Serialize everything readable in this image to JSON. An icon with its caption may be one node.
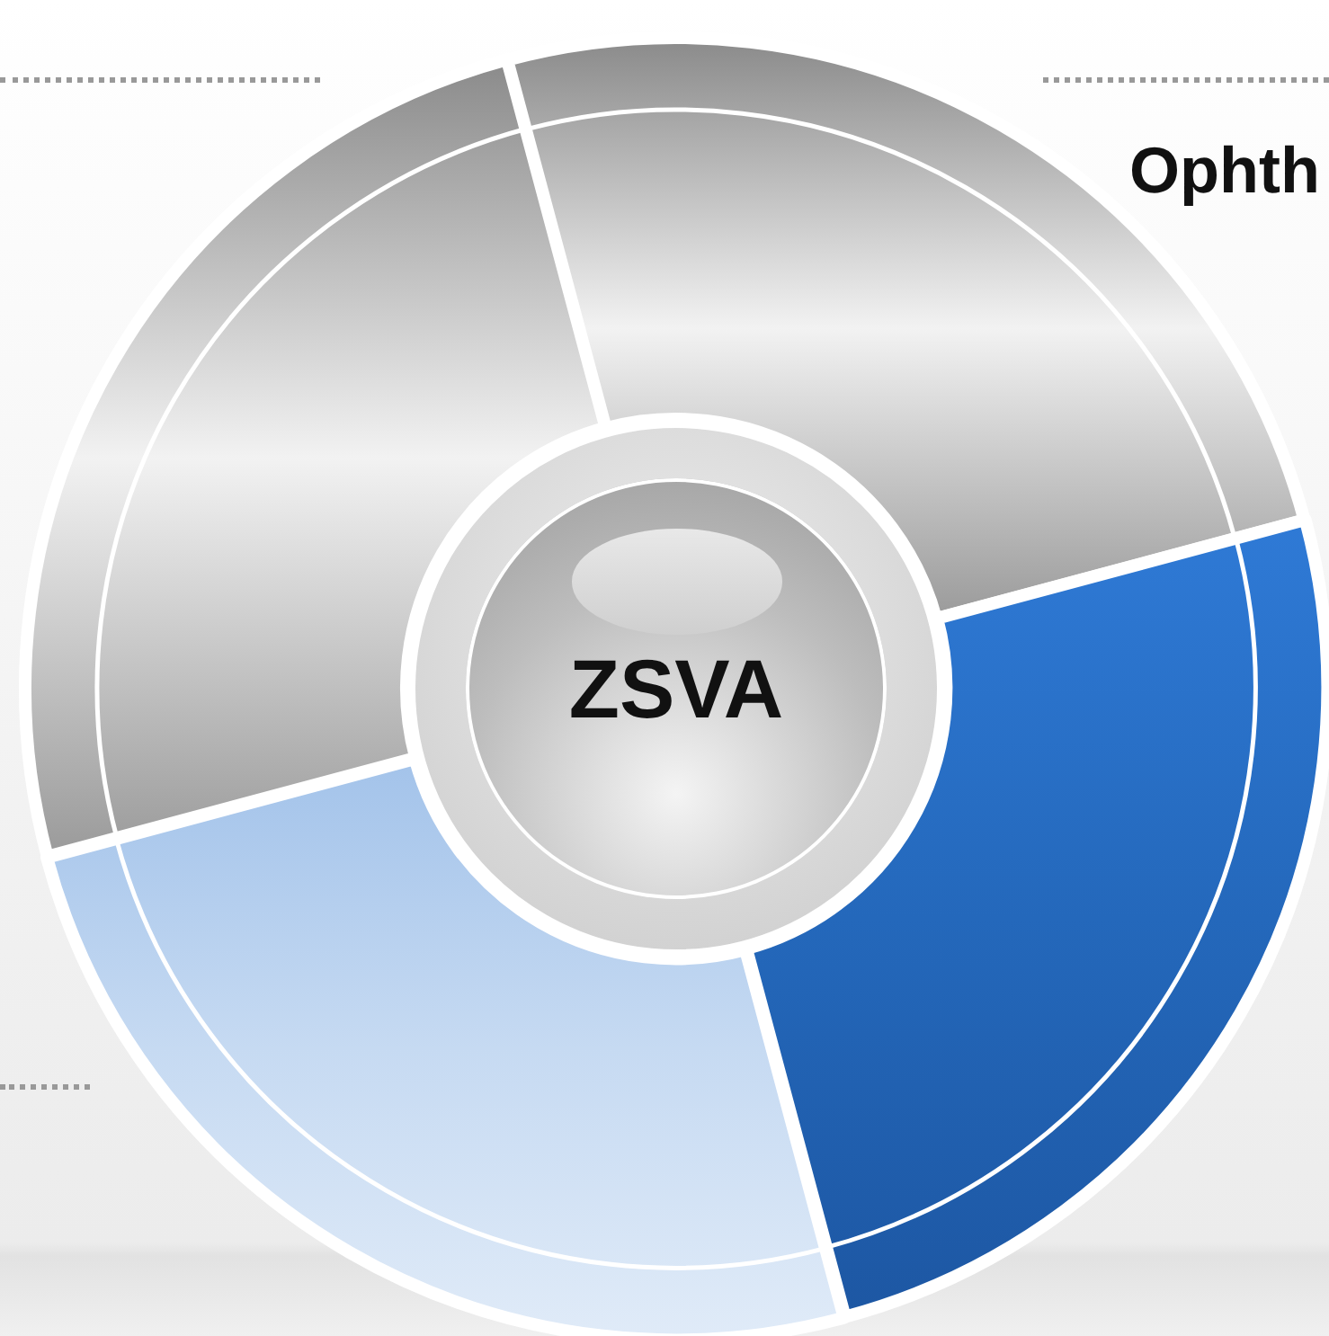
{
  "diagram": {
    "nodes": [
      {
        "text": [],
        "shape": "sector"
      },
      {
        "text": [],
        "shape": "sector"
      },
      {
        "text": [
          "ZSVA"
        ]
      },
      {
        "text": [],
        "shape": "sector"
      },
      {
        "text": [],
        "shape": "sector"
      }
    ],
    "labels": [
      "Ophth"
    ]
  }
}
